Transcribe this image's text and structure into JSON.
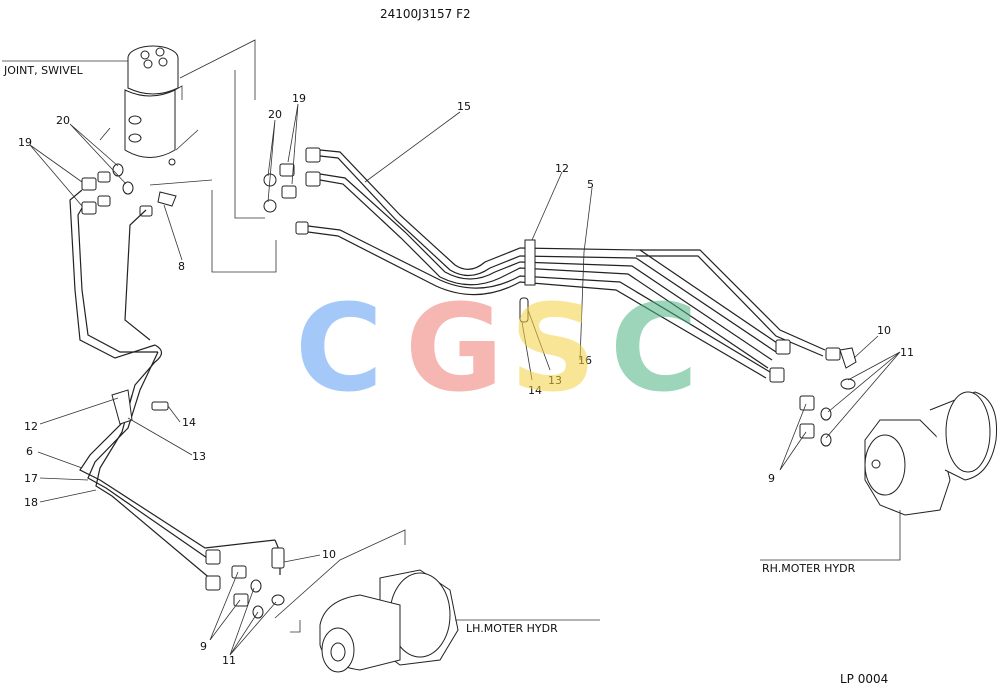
{
  "header": {
    "drawing_code": "24100J3157 F2"
  },
  "footer": {
    "page_code": "LP 0004"
  },
  "assemblies": {
    "joint_swivel": "JOINT, SWIVEL",
    "rh_motor": "RH.MOTER HYDR",
    "lh_motor": "LH.MOTER HYDR"
  },
  "watermark": {
    "letters": [
      "C",
      "G",
      "S",
      "C"
    ],
    "colors": [
      "#5b9cf2",
      "#ef7b73",
      "#f5d042",
      "#4cb382"
    ]
  },
  "callouts": {
    "c19a": "19",
    "c20a": "20",
    "c20b": "20",
    "c19b": "19",
    "c15": "15",
    "c8": "8",
    "c12a": "12",
    "c5": "5",
    "c13a": "13",
    "c14a": "14",
    "c16": "16",
    "c10a": "10",
    "c11a": "11",
    "c9a": "9",
    "c12b": "12",
    "c14b": "14",
    "c13b": "13",
    "c6": "6",
    "c17": "17",
    "c18": "18",
    "c10b": "10",
    "c9b": "9",
    "c11b": "11"
  }
}
